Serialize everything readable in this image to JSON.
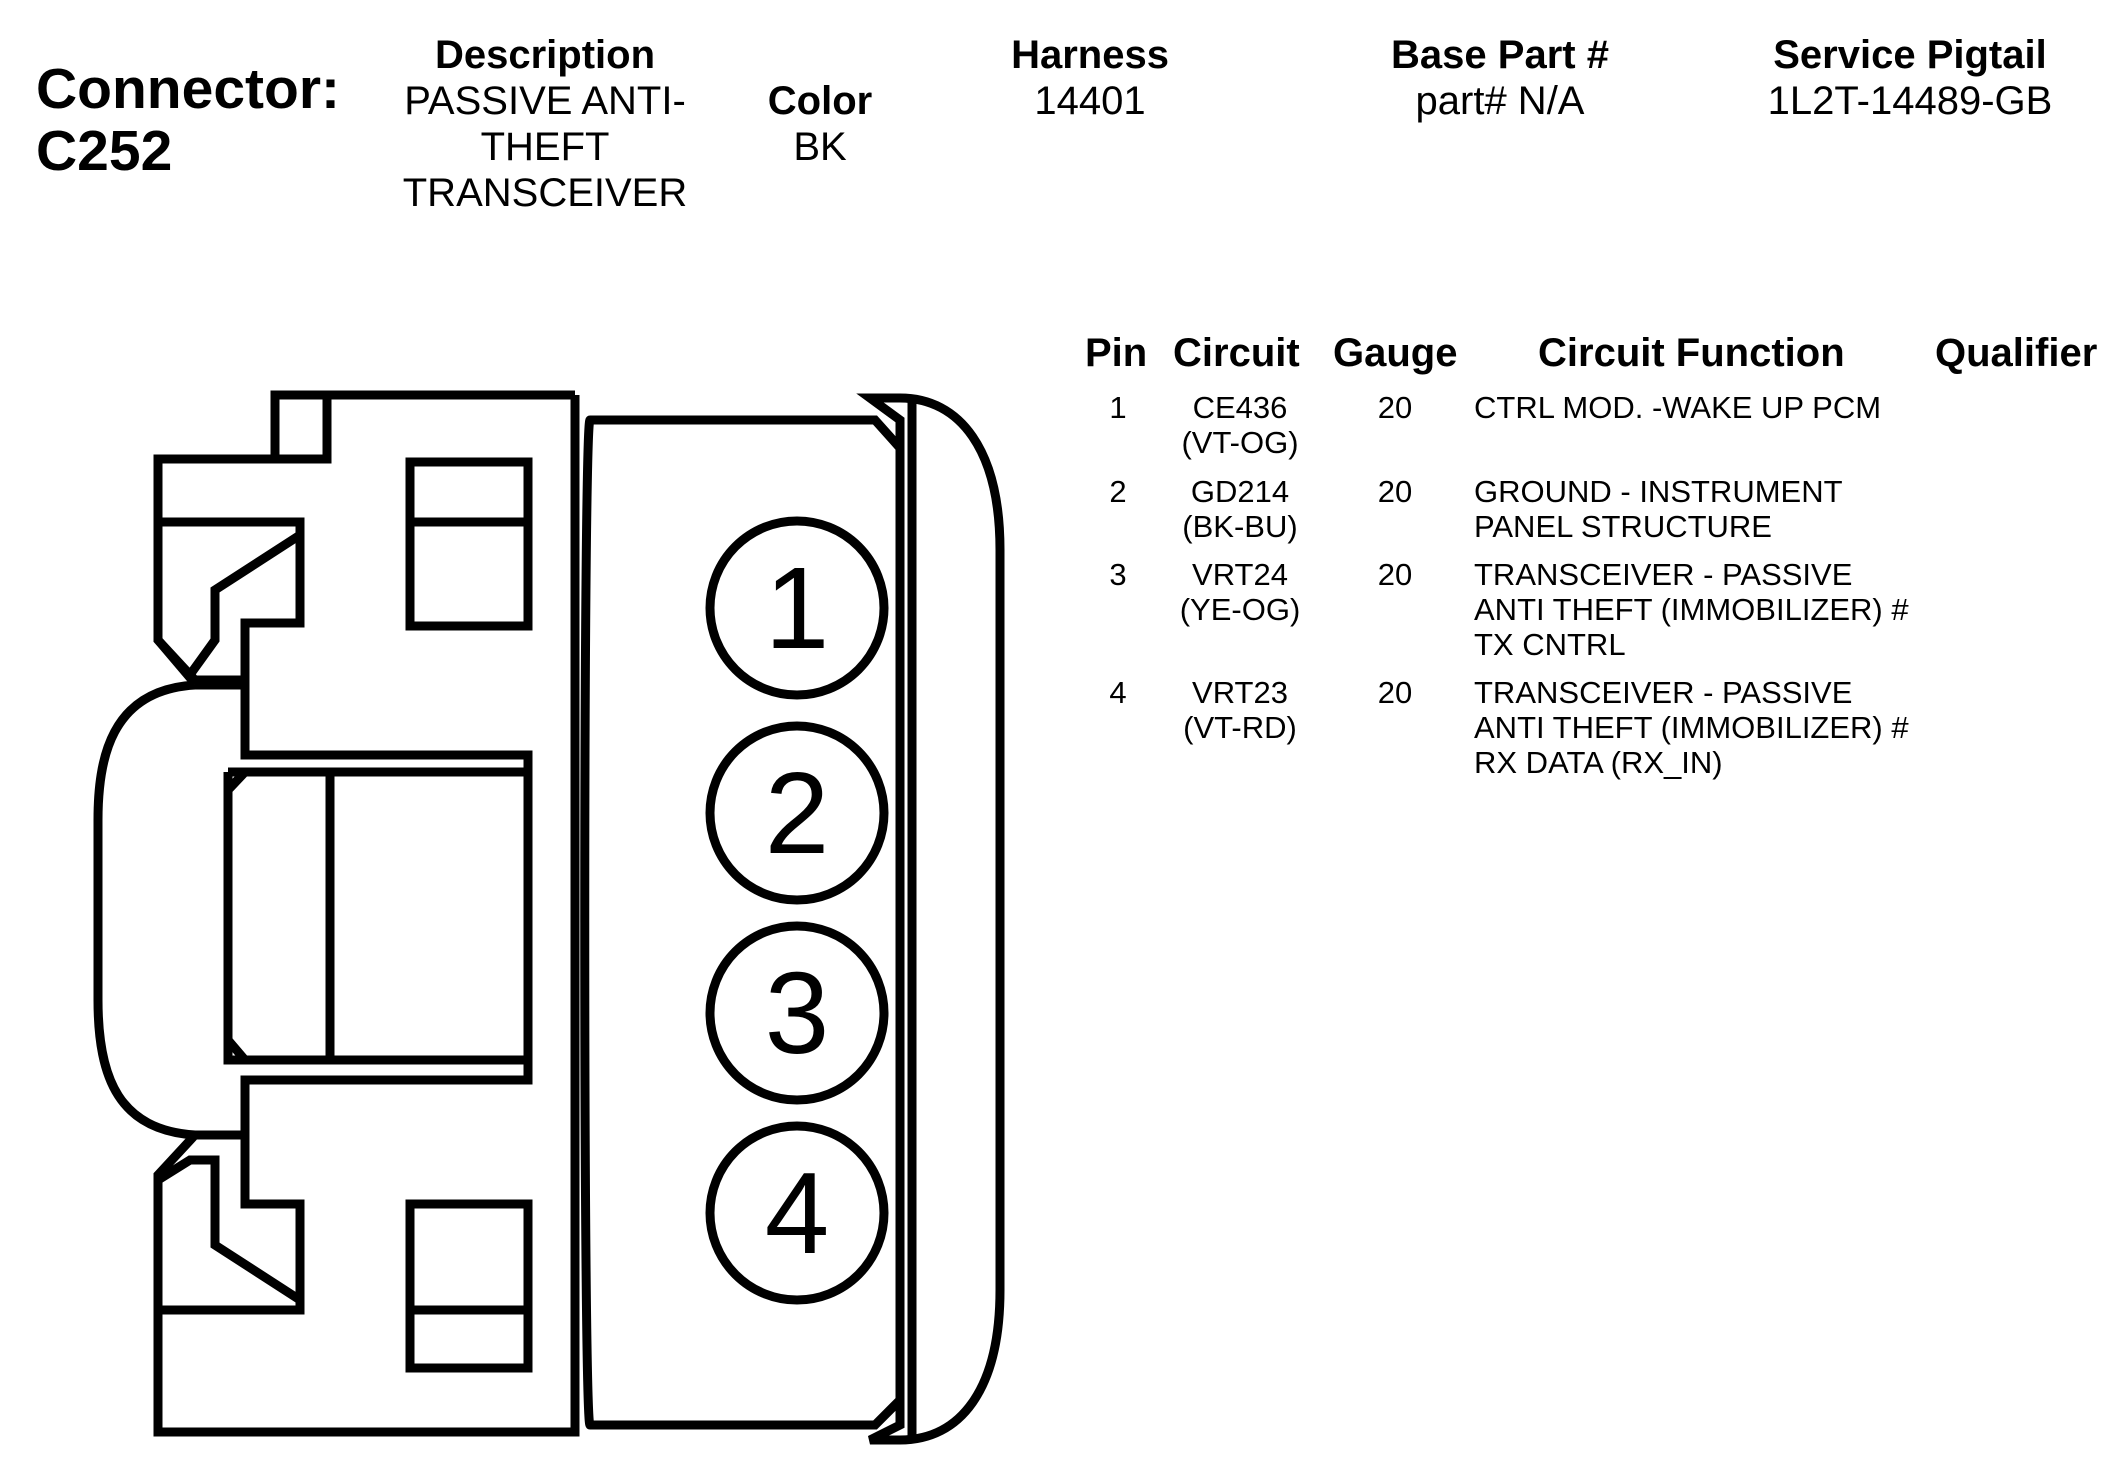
{
  "connector": {
    "label": "Connector:",
    "id": "C252"
  },
  "header": {
    "description_label": "Description",
    "description_lines": [
      "PASSIVE ANTI-",
      "THEFT",
      "TRANSCEIVER"
    ],
    "color_label": "Color",
    "color_value": "BK",
    "harness_label": "Harness",
    "harness_value": "14401",
    "base_part_label": "Base Part #",
    "base_part_value": "part# N/A",
    "service_pigtail_label": "Service Pigtail",
    "service_pigtail_value": "1L2T-14489-GB"
  },
  "table": {
    "columns": {
      "pin": "Pin",
      "circuit": "Circuit",
      "gauge": "Gauge",
      "function": "Circuit Function",
      "qualifier": "Qualifier"
    },
    "rows": [
      {
        "pin": "1",
        "circuit": "CE436",
        "wire_color": "(VT-OG)",
        "gauge": "20",
        "function_lines": [
          "CTRL MOD. -WAKE UP PCM"
        ]
      },
      {
        "pin": "2",
        "circuit": "GD214",
        "wire_color": "(BK-BU)",
        "gauge": "20",
        "function_lines": [
          "GROUND - INSTRUMENT",
          "PANEL STRUCTURE"
        ]
      },
      {
        "pin": "3",
        "circuit": "VRT24",
        "wire_color": "(YE-OG)",
        "gauge": "20",
        "function_lines": [
          "TRANSCEIVER - PASSIVE",
          "ANTI THEFT (IMMOBILIZER) #",
          "TX CNTRL"
        ]
      },
      {
        "pin": "4",
        "circuit": "VRT23",
        "wire_color": "(VT-RD)",
        "gauge": "20",
        "function_lines": [
          "TRANSCEIVER - PASSIVE",
          "ANTI THEFT (IMMOBILIZER) #",
          "RX DATA (RX_IN)"
        ]
      }
    ]
  },
  "drawing": {
    "pin_labels": [
      "1",
      "2",
      "3",
      "4"
    ]
  }
}
